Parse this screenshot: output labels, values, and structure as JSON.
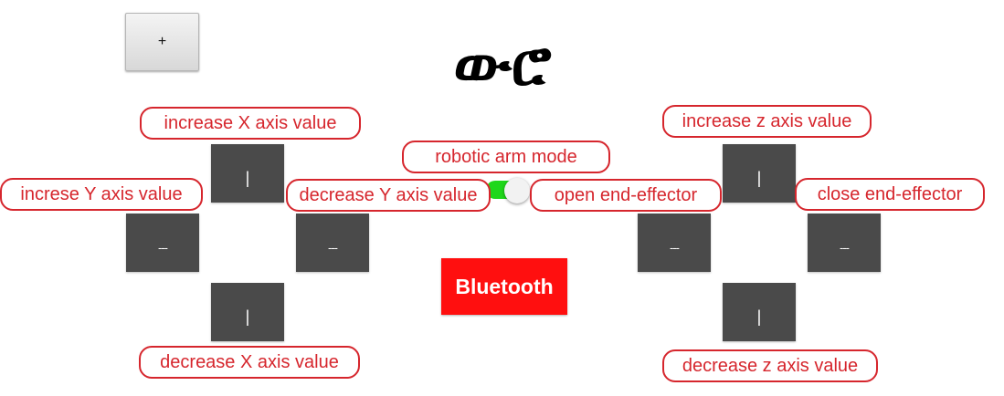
{
  "header": {
    "add_label": "+",
    "title": "ውሮ"
  },
  "left_pad": {
    "up_label": "|",
    "left_label": "---",
    "right_label": "---",
    "down_label": "|"
  },
  "right_pad": {
    "up_label": "|",
    "left_label": "---",
    "right_label": "---",
    "down_label": "|"
  },
  "mode_toggle": {
    "state": "on",
    "track_color": "#1fd71a"
  },
  "bluetooth": {
    "label": "Bluetooth",
    "color": "#ff0f0f"
  },
  "annotations": {
    "increase_x": "increase X axis value",
    "increase_y": "increse Y axis value",
    "decrease_y": "decrease Y axis value",
    "decrease_x": "decrease X axis value",
    "robotic_arm_mode": "robotic arm mode",
    "open_effector": "open end-effector",
    "close_effector": "close end-effector",
    "increase_z": "increase z axis value",
    "decrease_z": "decrease z axis value"
  },
  "colors": {
    "annotation": "#d6262d",
    "pad_button": "#4a4a4a"
  }
}
